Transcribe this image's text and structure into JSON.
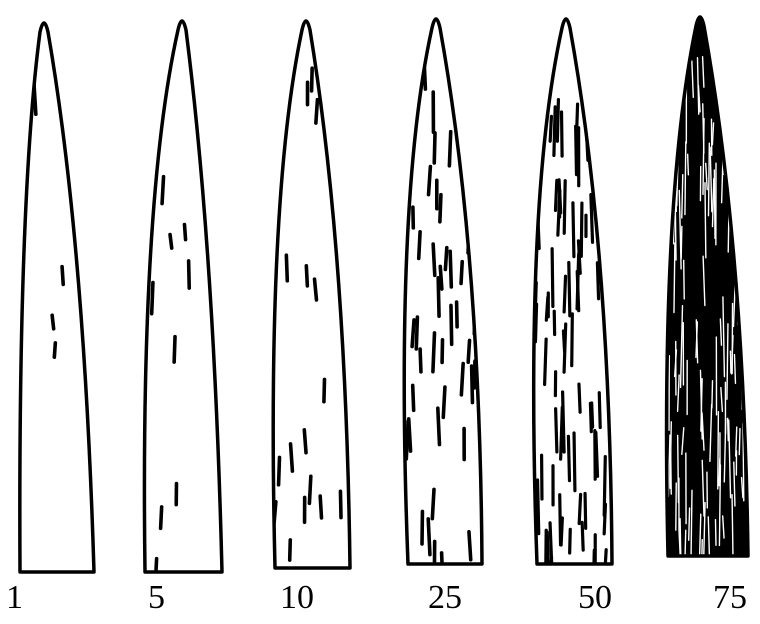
{
  "leaves": [
    {
      "label": "1",
      "density": 1
    },
    {
      "label": "5",
      "density": 5
    },
    {
      "label": "10",
      "density": 10
    },
    {
      "label": "25",
      "density": 25
    },
    {
      "label": "50",
      "density": 50
    },
    {
      "label": "75",
      "density": 75
    }
  ],
  "colors": {
    "ink": "#000000",
    "paper": "#ffffff"
  }
}
